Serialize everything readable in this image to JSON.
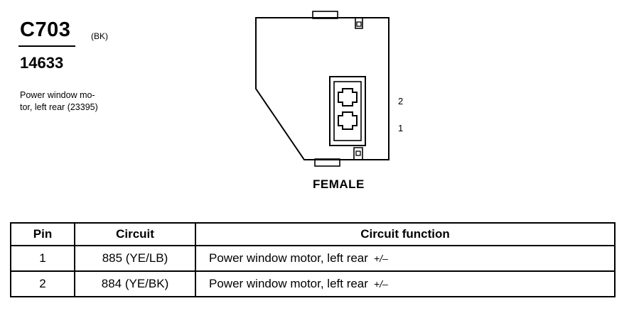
{
  "connector": {
    "id": "C703",
    "color": "(BK)",
    "part_number": "14633",
    "description_lines": [
      "Power window mo-",
      "tor, left rear (23395)"
    ]
  },
  "diagram": {
    "pin_labels": [
      "2",
      "1"
    ],
    "gender": "FEMALE"
  },
  "table": {
    "headers": [
      "Pin",
      "Circuit",
      "Circuit function"
    ],
    "rows": [
      {
        "pin": "1",
        "circuit": "885 (YE/LB)",
        "function": "Power window motor, left rear",
        "polarity": "+/–"
      },
      {
        "pin": "2",
        "circuit": "884 (YE/BK)",
        "function": "Power window motor, left rear",
        "polarity": "+/–"
      }
    ]
  }
}
